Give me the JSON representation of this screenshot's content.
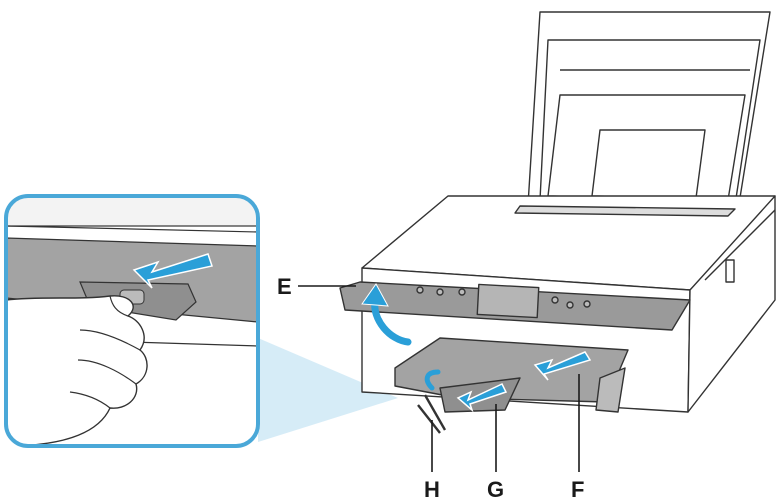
{
  "labels": {
    "e": "E",
    "f": "F",
    "g": "G",
    "h": "H"
  },
  "colors": {
    "accent_blue": "#2a9fd8",
    "printer_outline": "#333333",
    "panel_gray": "#9a9a9a",
    "tray_gray": "#a3a3a3",
    "zoom_border": "#4aa8d8"
  },
  "icons": {
    "arrow": "blue-arrow-icon",
    "curved_arrow": "blue-curved-arrow-icon"
  }
}
